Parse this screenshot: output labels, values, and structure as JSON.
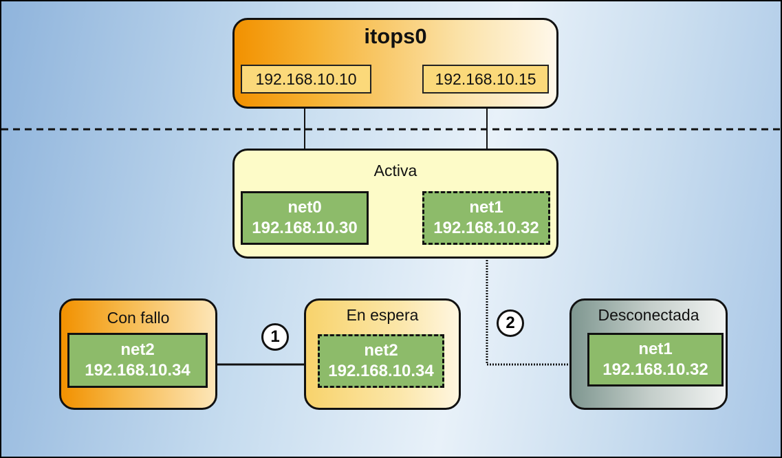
{
  "itops": {
    "name": "itops0",
    "addresses": [
      "192.168.10.10",
      "192.168.10.15"
    ]
  },
  "active": {
    "label": "Activa",
    "nics": [
      {
        "name": "net0",
        "ip": "192.168.10.30"
      },
      {
        "name": "net1",
        "ip": "192.168.10.32"
      }
    ]
  },
  "failed": {
    "label": "Con fallo",
    "nic": {
      "name": "net2",
      "ip": "192.168.10.34"
    }
  },
  "standby": {
    "label": "En espera",
    "nic": {
      "name": "net2",
      "ip": "192.168.10.34"
    }
  },
  "offline": {
    "label": "Desconectada",
    "nic": {
      "name": "net1",
      "ip": "192.168.10.32"
    }
  },
  "steps": [
    "1",
    "2"
  ]
}
